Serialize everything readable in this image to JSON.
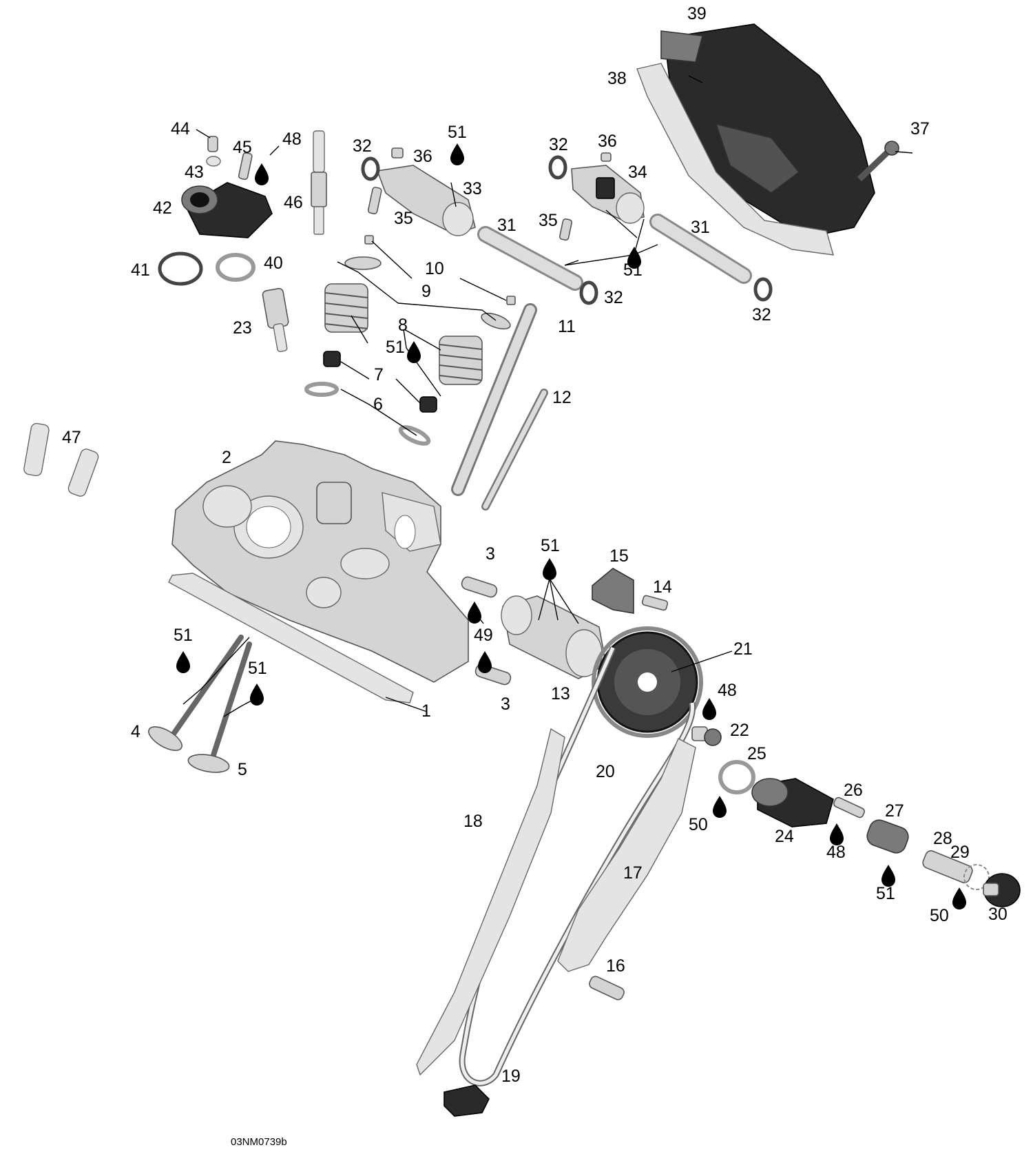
{
  "diagram_code": "03NM0739b",
  "callouts": [
    {
      "id": "c1",
      "text": "1"
    },
    {
      "id": "c2",
      "text": "2"
    },
    {
      "id": "c3a",
      "text": "3"
    },
    {
      "id": "c3b",
      "text": "3"
    },
    {
      "id": "c4",
      "text": "4"
    },
    {
      "id": "c5",
      "text": "5"
    },
    {
      "id": "c6",
      "text": "6"
    },
    {
      "id": "c7",
      "text": "7"
    },
    {
      "id": "c8",
      "text": "8"
    },
    {
      "id": "c9",
      "text": "9"
    },
    {
      "id": "c10",
      "text": "10"
    },
    {
      "id": "c11",
      "text": "11"
    },
    {
      "id": "c12",
      "text": "12"
    },
    {
      "id": "c13",
      "text": "13"
    },
    {
      "id": "c14",
      "text": "14"
    },
    {
      "id": "c15",
      "text": "15"
    },
    {
      "id": "c16",
      "text": "16"
    },
    {
      "id": "c17",
      "text": "17"
    },
    {
      "id": "c18",
      "text": "18"
    },
    {
      "id": "c19",
      "text": "19"
    },
    {
      "id": "c20",
      "text": "20"
    },
    {
      "id": "c21",
      "text": "21"
    },
    {
      "id": "c22",
      "text": "22"
    },
    {
      "id": "c23",
      "text": "23"
    },
    {
      "id": "c24",
      "text": "24"
    },
    {
      "id": "c25",
      "text": "25"
    },
    {
      "id": "c26",
      "text": "26"
    },
    {
      "id": "c27",
      "text": "27"
    },
    {
      "id": "c28",
      "text": "28"
    },
    {
      "id": "c29",
      "text": "29"
    },
    {
      "id": "c30",
      "text": "30"
    },
    {
      "id": "c31a",
      "text": "31"
    },
    {
      "id": "c31b",
      "text": "31"
    },
    {
      "id": "c32a",
      "text": "32"
    },
    {
      "id": "c32b",
      "text": "32"
    },
    {
      "id": "c32c",
      "text": "32"
    },
    {
      "id": "c32d",
      "text": "32"
    },
    {
      "id": "c33",
      "text": "33"
    },
    {
      "id": "c34",
      "text": "34"
    },
    {
      "id": "c35a",
      "text": "35"
    },
    {
      "id": "c35b",
      "text": "35"
    },
    {
      "id": "c36a",
      "text": "36"
    },
    {
      "id": "c36b",
      "text": "36"
    },
    {
      "id": "c37",
      "text": "37"
    },
    {
      "id": "c38",
      "text": "38"
    },
    {
      "id": "c39",
      "text": "39"
    },
    {
      "id": "c40",
      "text": "40"
    },
    {
      "id": "c41",
      "text": "41"
    },
    {
      "id": "c42",
      "text": "42"
    },
    {
      "id": "c43",
      "text": "43"
    },
    {
      "id": "c44",
      "text": "44"
    },
    {
      "id": "c45",
      "text": "45"
    },
    {
      "id": "c46",
      "text": "46"
    },
    {
      "id": "c47",
      "text": "47"
    },
    {
      "id": "c48a",
      "text": "48"
    },
    {
      "id": "c48b",
      "text": "48"
    },
    {
      "id": "c48c",
      "text": "48"
    },
    {
      "id": "c49",
      "text": "49"
    },
    {
      "id": "c50a",
      "text": "50"
    },
    {
      "id": "c50b",
      "text": "50"
    },
    {
      "id": "c51a",
      "text": "51"
    },
    {
      "id": "c51b",
      "text": "51"
    },
    {
      "id": "c51c",
      "text": "51"
    },
    {
      "id": "c51d",
      "text": "51"
    },
    {
      "id": "c51e",
      "text": "51"
    },
    {
      "id": "c51f",
      "text": "51"
    },
    {
      "id": "c51g",
      "text": "51"
    }
  ],
  "icons": [
    "lubricant-drop-icon"
  ]
}
